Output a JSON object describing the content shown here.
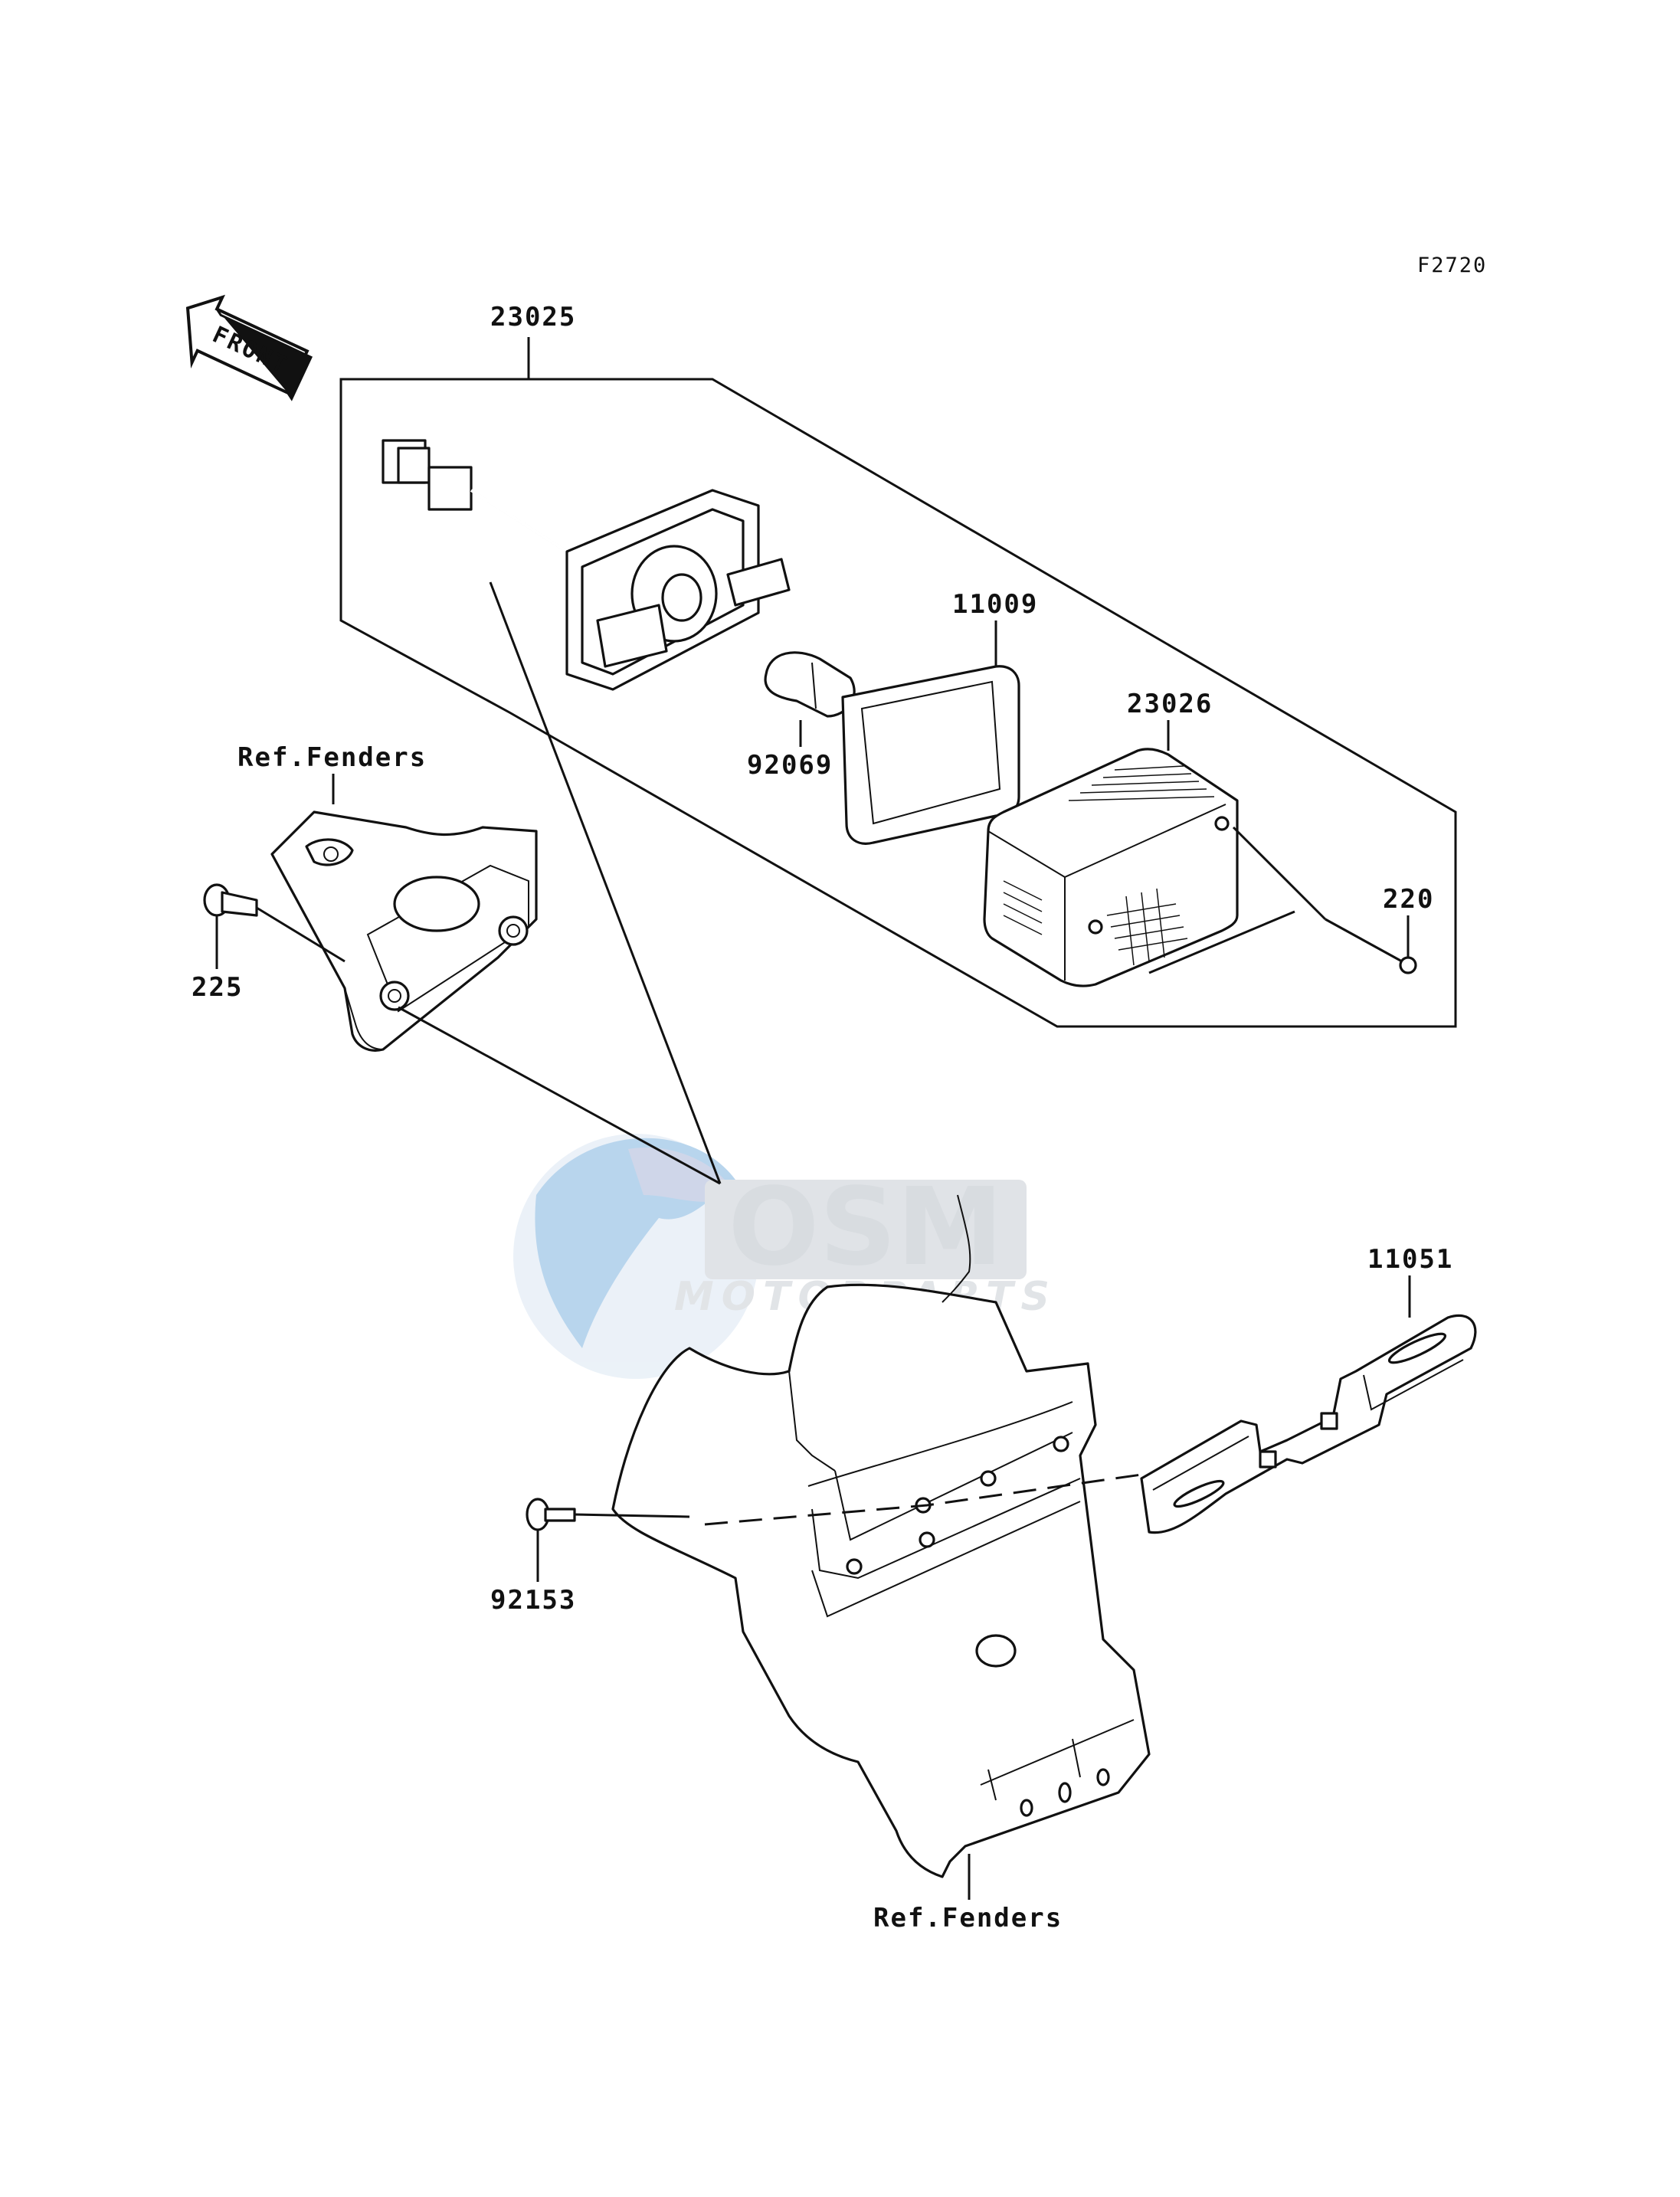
{
  "diagram": {
    "code": "F2720",
    "front_marker": "FRONT",
    "watermark": {
      "brand": "OSM",
      "sub": "MOTORPARTS",
      "color": "#9fb3c8",
      "accent": "#6fa8dc"
    },
    "callouts": {
      "c23025": "23025",
      "c11009": "11009",
      "c23026": "23026",
      "c92069": "92069",
      "c220": "220",
      "c225": "225",
      "c11051": "11051",
      "c92153": "92153",
      "ref_top": "Ref.Fenders",
      "ref_bottom": "Ref.Fenders"
    }
  }
}
